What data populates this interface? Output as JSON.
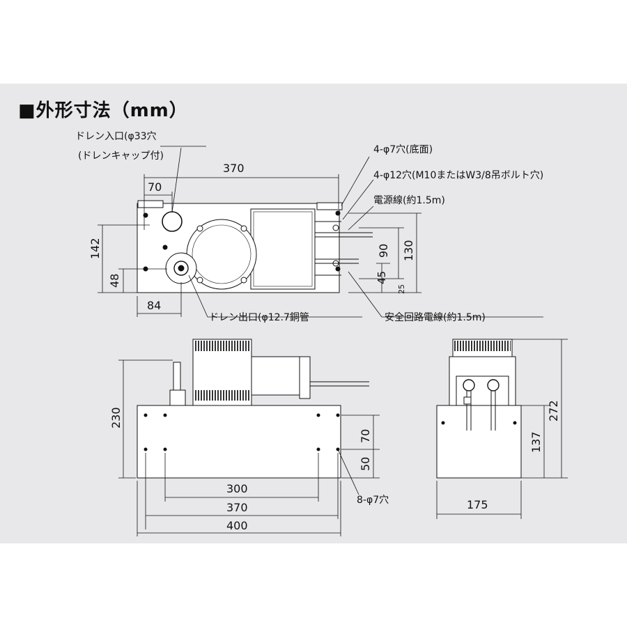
{
  "title": "■外形寸法（mm）",
  "top_view": {
    "labels": {
      "drain_inlet": "ドレン入口(φ33穴",
      "drain_cap": "(ドレンキャップ付)",
      "holes_bottom": "4-φ7穴(底面)",
      "holes_bolt": "4-φ12穴(M10またはW3/8吊ボルト穴)",
      "power_cable": "電源線(約1.5m)",
      "drain_outlet": "ドレン出口(φ12.7銅管",
      "safety_cable": "安全回路電線(約1.5m)"
    },
    "dims": {
      "width": "370",
      "offset_x": "70",
      "depth": "142",
      "outlet_y": "48",
      "outlet_x": "84",
      "cable_gap": "90",
      "bolt_pitch": "130",
      "low_cable": "45",
      "edge": "25"
    }
  },
  "front_view": {
    "dims": {
      "height": "230",
      "upper": "70",
      "lower": "50",
      "inner": "300",
      "mid": "370",
      "overall": "400"
    },
    "labels": {
      "holes": "8-φ7穴"
    }
  },
  "side_view": {
    "dims": {
      "height": "272",
      "body": "137",
      "width": "175"
    }
  }
}
